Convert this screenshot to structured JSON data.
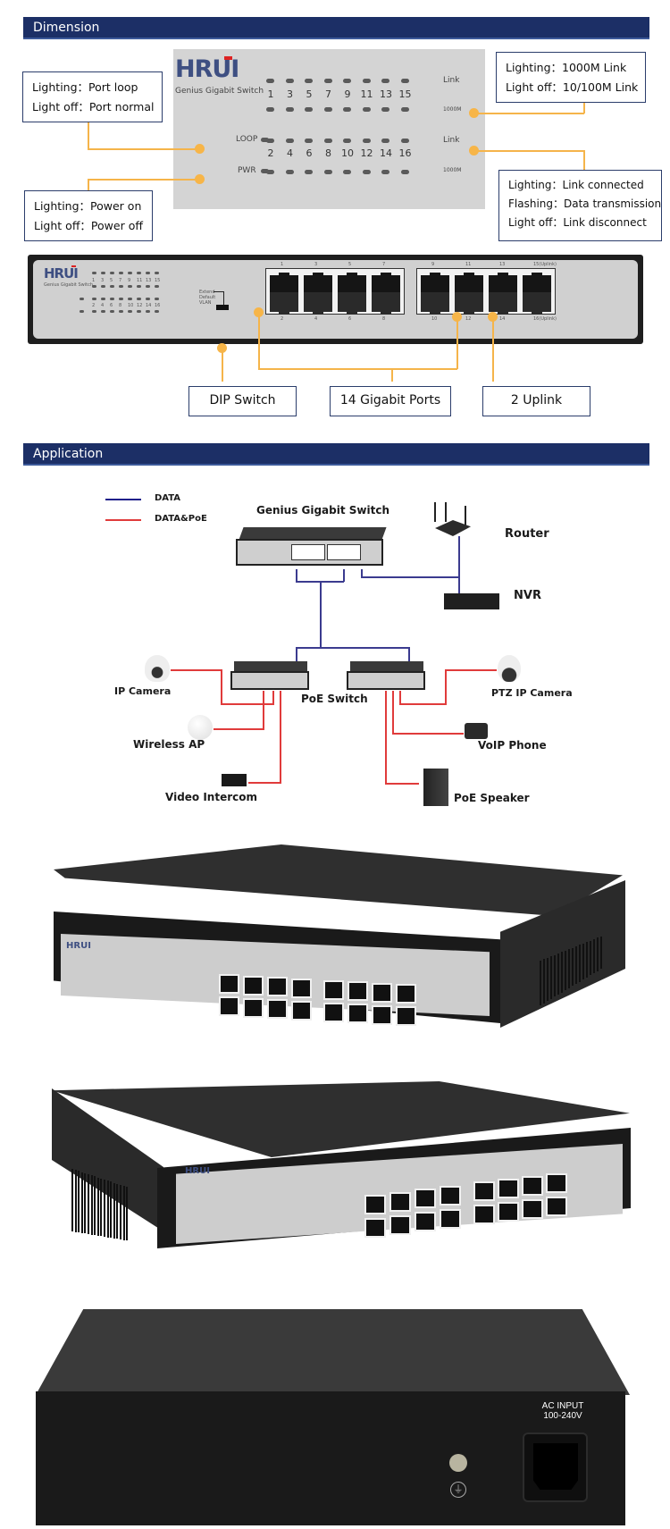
{
  "sections": {
    "dimension": "Dimension",
    "application": "Application"
  },
  "led_panel": {
    "brand": "HRUI",
    "model": "Genius Gigabit Switch",
    "odd_ports": [
      "1",
      "3",
      "5",
      "7",
      "9",
      "11",
      "13",
      "15"
    ],
    "even_ports": [
      "2",
      "4",
      "6",
      "8",
      "10",
      "12",
      "14",
      "16"
    ],
    "row_labels": {
      "link_top": "Link",
      "speed_top": "1000M",
      "link_bottom": "Link",
      "speed_bottom": "1000M",
      "loop": "LOOP",
      "pwr": "PWR"
    }
  },
  "callouts": {
    "loop": [
      "Lighting：Port loop",
      "Light off：Port normal"
    ],
    "power": [
      "Lighting：Power on",
      "Light off：Power off"
    ],
    "speed": [
      "Lighting：1000M Link",
      "Light off：10/100M Link"
    ],
    "link": [
      "Lighting：Link connected",
      "Flashing：Data transmission",
      "Light off：Link disconnect"
    ]
  },
  "front_panel": {
    "brand": "HRUI",
    "model": "Genius Gigabit Switch",
    "dip_labels": [
      "Extend",
      "Default",
      "VLAN"
    ],
    "top_port_labels": [
      "1",
      "3",
      "5",
      "7",
      "9",
      "11",
      "13",
      "15(Uplink)"
    ],
    "bottom_port_labels": [
      "2",
      "4",
      "6",
      "8",
      "10",
      "12",
      "14",
      "16(Uplink)"
    ],
    "feature_labels": {
      "dip": "DIP Switch",
      "ports": "14 Gigabit Ports",
      "uplink": "2 Uplink"
    }
  },
  "application": {
    "legend": [
      {
        "label": "DATA",
        "color": "#1f1f8a"
      },
      {
        "label": "DATA&PoE",
        "color": "#e03b3b"
      }
    ],
    "devices": {
      "core_switch": "Genius Gigabit Switch",
      "router": "Router",
      "nvr": "NVR",
      "poe_switch": "PoE Switch",
      "ip_camera": "IP Camera",
      "wireless_ap": "Wireless AP",
      "video_intercom": "Video Intercom",
      "ptz_camera": "PTZ IP Camera",
      "voip_phone": "VoIP Phone",
      "poe_speaker": "PoE Speaker"
    }
  },
  "rear_panel": {
    "power_label_line1": "AC INPUT",
    "power_label_line2": "100-240V"
  },
  "colors": {
    "header_bg": "#1c2f66",
    "callout_line": "#f5b44a",
    "data_line": "#3b3b8f",
    "poe_line": "#e03b3b"
  }
}
